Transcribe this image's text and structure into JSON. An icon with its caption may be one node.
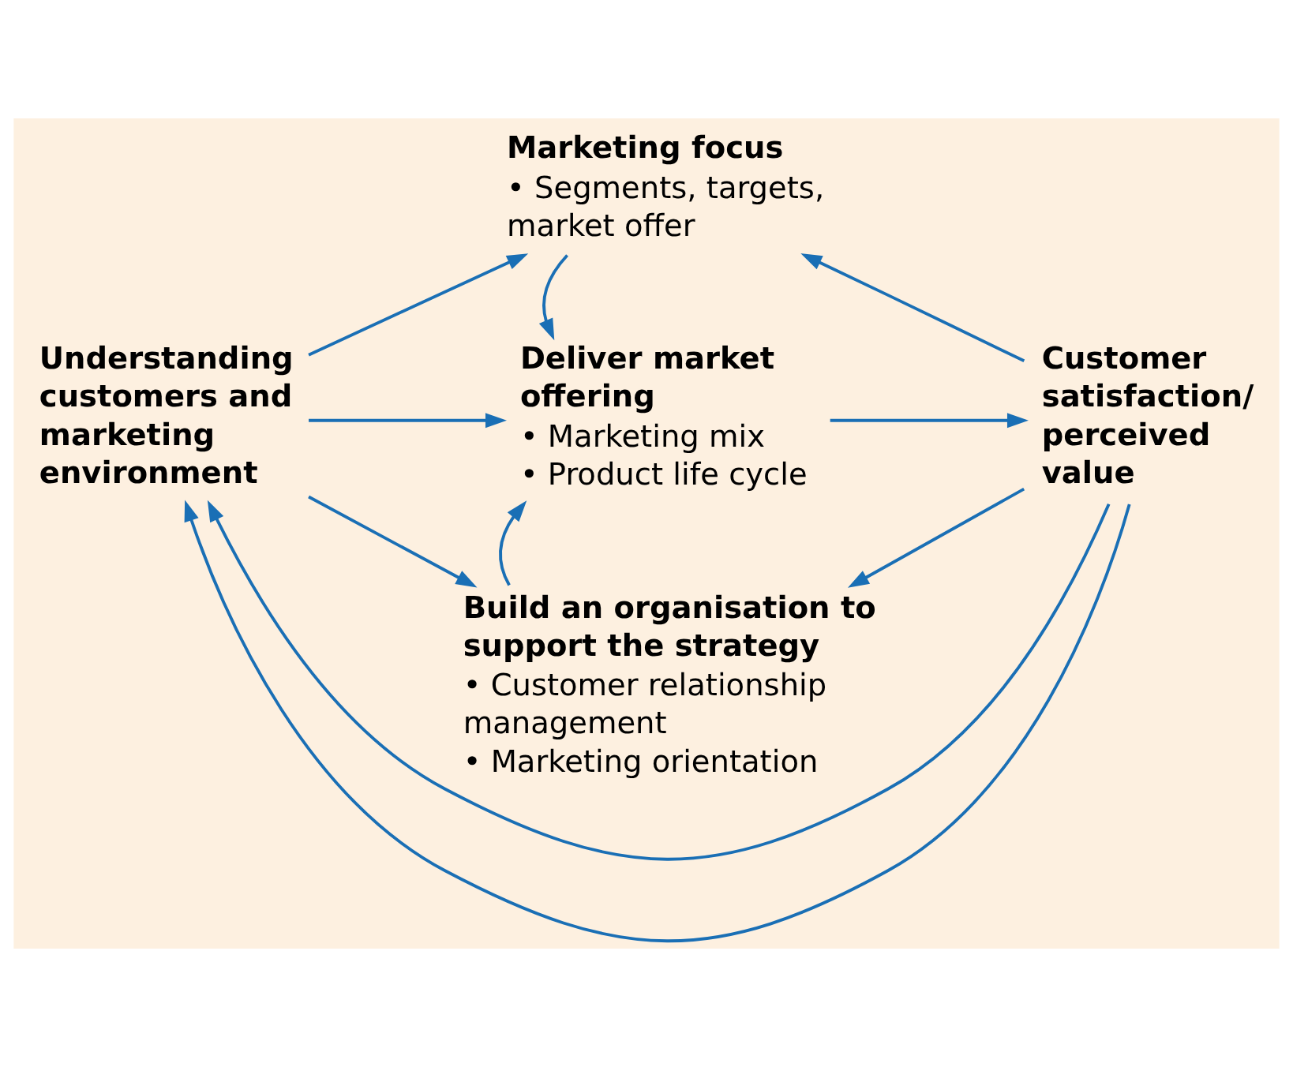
{
  "diagram": {
    "nodes": [
      {
        "text": [
          "Understanding customers and marketing environment"
        ]
      },
      {
        "text": [
          "Marketing focus",
          "• Segments, targets, market offer"
        ]
      },
      {
        "text": [
          "Deliver market offering",
          "• Marketing mix",
          "• Product life cycle"
        ]
      },
      {
        "text": [
          "Customer satisfaction/ perceived value"
        ]
      },
      {
        "text": [
          "Build an organisation to support the strategy",
          "• Customer relationship management",
          "• Marketing orientation"
        ]
      }
    ],
    "edges": [
      {
        "from": 0,
        "to": 1,
        "arrow": "to"
      },
      {
        "from": 0,
        "to": 2,
        "arrow": "to"
      },
      {
        "from": 0,
        "to": 4,
        "arrow": "to"
      },
      {
        "from": 1,
        "to": 2,
        "arrow": "to"
      },
      {
        "from": 4,
        "to": 2,
        "arrow": "to"
      },
      {
        "from": 2,
        "to": 3,
        "arrow": "to"
      },
      {
        "from": 3,
        "to": 1,
        "arrow": "to"
      },
      {
        "from": 3,
        "to": 4,
        "arrow": "to"
      },
      {
        "from": 3,
        "to": 0,
        "arrow": "to"
      },
      {
        "from": 3,
        "to": 0,
        "arrow": "to"
      }
    ]
  }
}
